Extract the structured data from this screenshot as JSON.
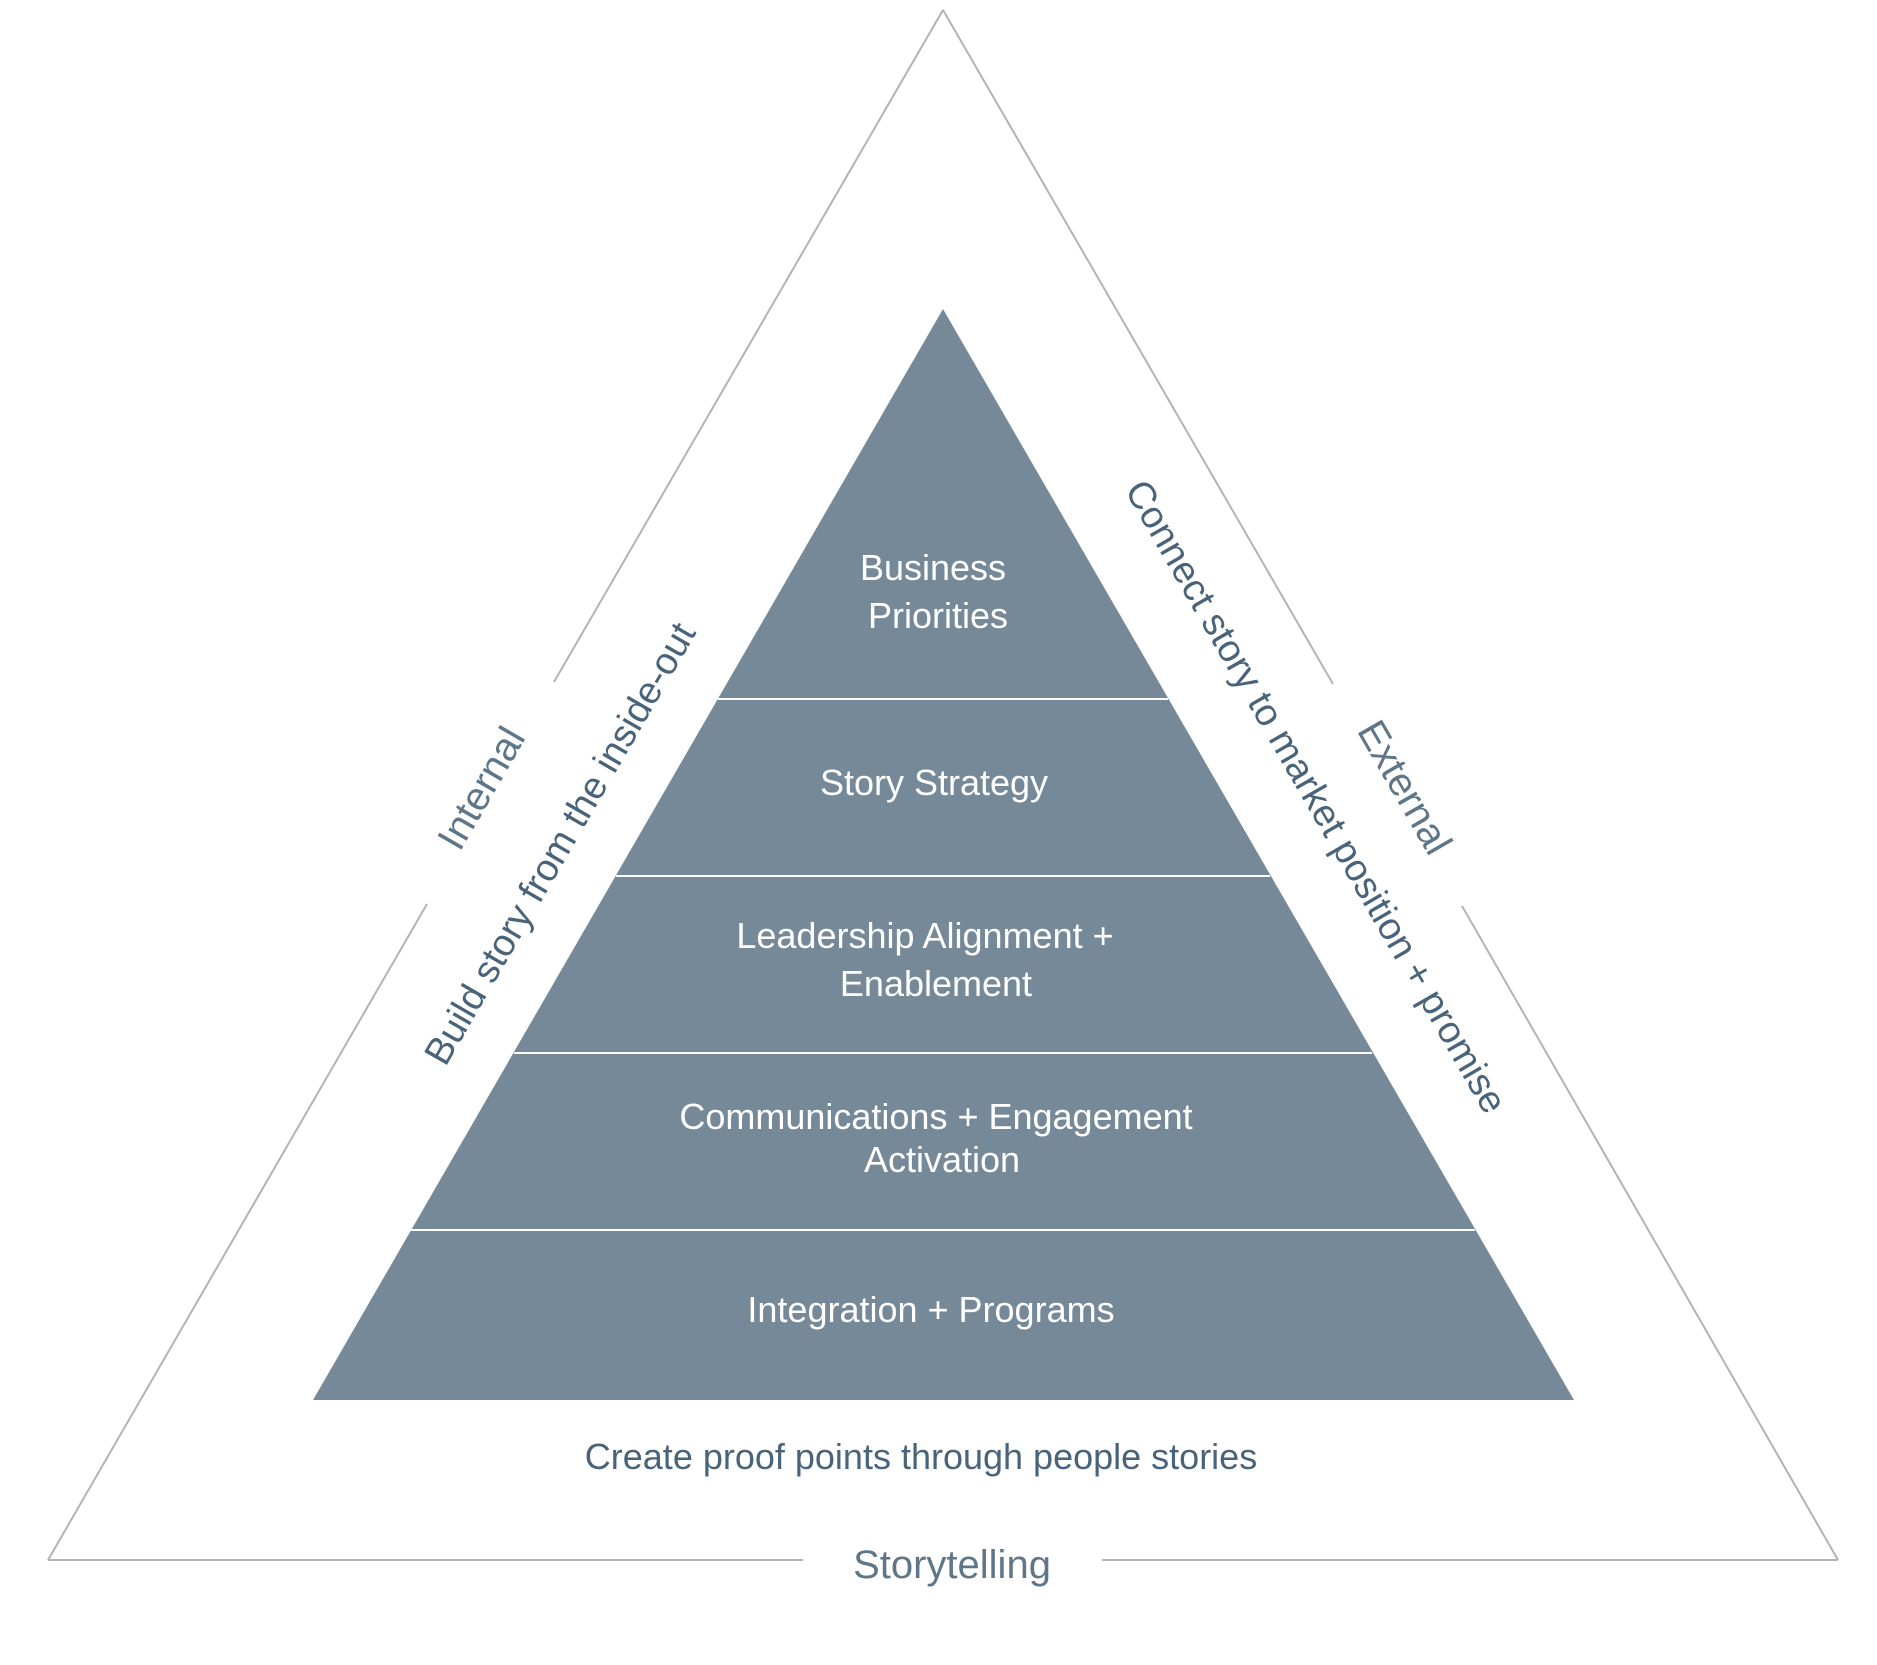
{
  "colors": {
    "background": "#ffffff",
    "pyramid_fill": "#768998",
    "tier_text": "#ffffff",
    "tier_divider": "#ffffff",
    "outline": "#b3b3b3",
    "label_dark": "#48637a",
    "label_muted": "#5f7688"
  },
  "pyramid": {
    "tiers": [
      {
        "lines": [
          "Business",
          "Priorities"
        ]
      },
      {
        "lines": [
          "Story Strategy"
        ]
      },
      {
        "lines": [
          "Leadership Alignment +",
          "Enablement"
        ]
      },
      {
        "lines": [
          "Communications + Engagement",
          "Activation"
        ]
      },
      {
        "lines": [
          "Integration + Programs"
        ]
      }
    ]
  },
  "labels": {
    "internal": "Internal",
    "external": "External",
    "storytelling": "Storytelling",
    "inside_out": "Build story from the inside-out",
    "market_position": "Connect story to market position + promise",
    "proof_points": "Create proof points through people stories"
  }
}
